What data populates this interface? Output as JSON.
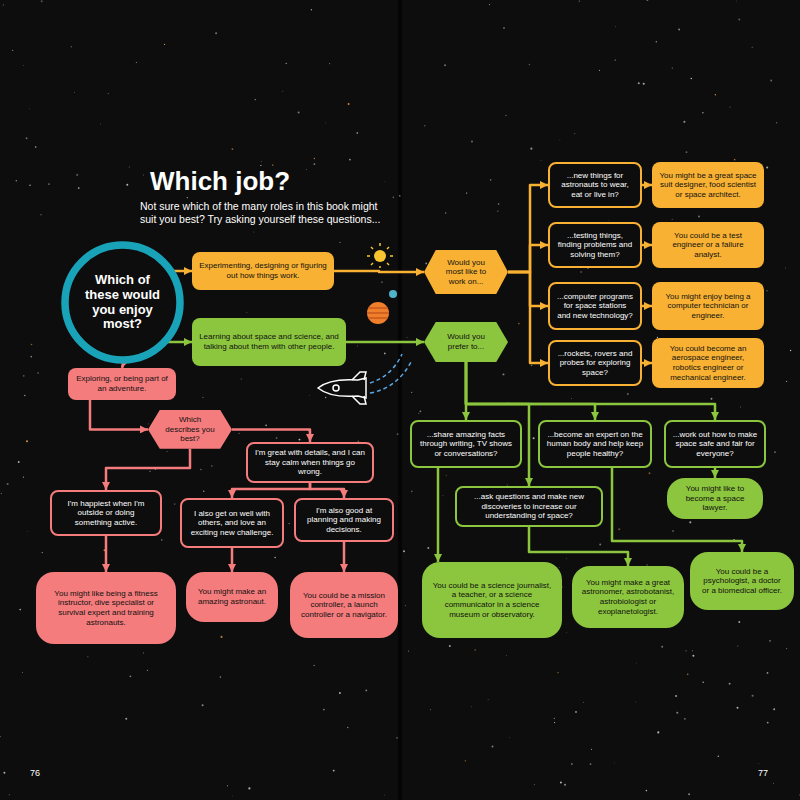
{
  "diagram": {
    "title": "Which job?",
    "nodes": [
      {
        "text": [
          "Which of these would you enjoy most?"
        ]
      },
      {
        "text": [
          "Experimenting, designing or figuring out how things work."
        ]
      },
      {
        "text": [
          "Learning about space and science, and talking about them with other people."
        ]
      },
      {
        "text": [
          "Exploring, or being part of an adventure."
        ]
      },
      {
        "text": [
          "Which describes you best?"
        ]
      },
      {
        "text": [
          "I'm great with details, and I can stay calm when things go wrong."
        ]
      },
      {
        "text": [
          "I'm happiest when I'm outside or doing something active."
        ]
      },
      {
        "text": [
          "I also get on well with others, and love an exciting new challenge."
        ]
      },
      {
        "text": [
          "I'm also good at planning and making decisions."
        ]
      },
      {
        "text": [
          "You might like being a fitness instructor, dive specialist or survival expert and training astronauts."
        ]
      },
      {
        "text": [
          "You might make an amazing astronaut."
        ]
      },
      {
        "text": [
          "You could be a mission controller, a launch controller or a navigator."
        ]
      },
      {
        "text": [
          "Would you most like to work on..."
        ]
      },
      {
        "text": [
          "...new things for astronauts to wear, eat or live in?"
        ]
      },
      {
        "text": [
          "You might be a great space suit designer, food scientist or space architect."
        ]
      },
      {
        "text": [
          "...testing things, finding problems and solving them?"
        ]
      },
      {
        "text": [
          "You could be a test engineer or a failure analyst."
        ]
      },
      {
        "text": [
          "...computer programs for space stations and new technology?"
        ]
      },
      {
        "text": [
          "You might enjoy being a computer technician or engineer."
        ]
      },
      {
        "text": [
          "...rockets, rovers and probes for exploring space?"
        ]
      },
      {
        "text": [
          "You could become an aerospace engineer, robotics engineer or mechanical engineer."
        ]
      },
      {
        "text": [
          "Would you prefer to..."
        ]
      },
      {
        "text": [
          "...share amazing facts through writing, TV shows or conversations?"
        ]
      },
      {
        "text": [
          "...become an expert on the human body and help keep people healthy?"
        ]
      },
      {
        "text": [
          "...work out how to make space safe and fair for everyone?"
        ]
      },
      {
        "text": [
          "...ask questions and make new discoveries to increase our understanding of space?"
        ]
      },
      {
        "text": [
          "You might like to become a space lawyer."
        ]
      },
      {
        "text": [
          "You could be a science journalist, a teacher, or a science communicator in a science museum or observatory."
        ]
      },
      {
        "text": [
          "You might make a great astronomer, astrobotanist, astrobiologist or exoplanetologist."
        ]
      },
      {
        "text": [
          "You could be a psychologist, a doctor or a biomedical officer."
        ]
      }
    ],
    "edges": [
      {
        "from": 0,
        "to": 1,
        "arrow": "to"
      },
      {
        "from": 0,
        "to": 2,
        "arrow": "to"
      },
      {
        "from": 0,
        "to": 3,
        "arrow": "to"
      },
      {
        "from": 3,
        "to": 4,
        "arrow": "to"
      },
      {
        "from": 4,
        "to": 5,
        "arrow": "to"
      },
      {
        "from": 4,
        "to": 6,
        "arrow": "to"
      },
      {
        "from": 5,
        "to": 7,
        "arrow": "to"
      },
      {
        "from": 5,
        "to": 8,
        "arrow": "to"
      },
      {
        "from": 6,
        "to": 9,
        "arrow": "to"
      },
      {
        "from": 7,
        "to": 10,
        "arrow": "to"
      },
      {
        "from": 8,
        "to": 11,
        "arrow": "to"
      },
      {
        "from": 1,
        "to": 12,
        "arrow": "to"
      },
      {
        "from": 12,
        "to": 13,
        "arrow": "to"
      },
      {
        "from": 12,
        "to": 15,
        "arrow": "to"
      },
      {
        "from": 12,
        "to": 17,
        "arrow": "to"
      },
      {
        "from": 12,
        "to": 19,
        "arrow": "to"
      },
      {
        "from": 13,
        "to": 14,
        "arrow": "to"
      },
      {
        "from": 15,
        "to": 16,
        "arrow": "to"
      },
      {
        "from": 17,
        "to": 18,
        "arrow": "to"
      },
      {
        "from": 19,
        "to": 20,
        "arrow": "to"
      },
      {
        "from": 2,
        "to": 21,
        "arrow": "to"
      },
      {
        "from": 21,
        "to": 22,
        "arrow": "to"
      },
      {
        "from": 21,
        "to": 23,
        "arrow": "to"
      },
      {
        "from": 21,
        "to": 24,
        "arrow": "to"
      },
      {
        "from": 21,
        "to": 25,
        "arrow": "to"
      },
      {
        "from": 22,
        "to": 27,
        "arrow": "to"
      },
      {
        "from": 25,
        "to": 28,
        "arrow": "to"
      },
      {
        "from": 23,
        "to": 29,
        "arrow": "to"
      },
      {
        "from": 24,
        "to": 26,
        "arrow": "to"
      }
    ],
    "labels": [
      "Not sure which of the many roles in this book might suit you best? Try asking yourself these questions...",
      "76",
      "77"
    ]
  }
}
